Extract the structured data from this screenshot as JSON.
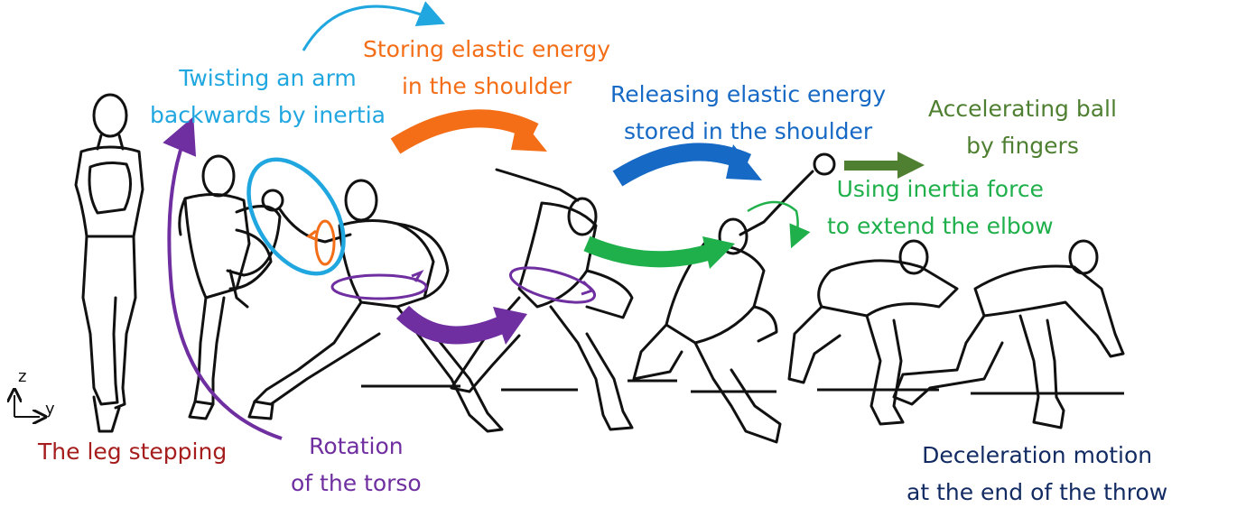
{
  "colors": {
    "red": "#a51d1d",
    "light_blue": "#21a7e0",
    "orange": "#f46d17",
    "blue": "#1669c4",
    "olive_green": "#4f7f30",
    "green": "#1fb04b",
    "purple": "#6f2fa0",
    "navy": "#132b63",
    "figure": "#111111"
  },
  "axes": {
    "z": "z",
    "y": "y"
  },
  "labels": {
    "leg_stepping": "The leg stepping",
    "twisting": [
      "Twisting an arm",
      "backwards by inertia"
    ],
    "storing": [
      "Storing elastic energy",
      "in the shoulder"
    ],
    "releasing": [
      "Releasing elastic energy",
      "stored in the shoulder"
    ],
    "accelerating": [
      "Accelerating ball",
      "by fingers"
    ],
    "using_inertia": [
      "Using inertia force",
      "to extend the elbow"
    ],
    "rotation": [
      "Rotation",
      "of the torso"
    ],
    "deceleration": [
      "Deceleration motion",
      "at the end of the throw"
    ]
  },
  "figures": [
    "standing-pitcher",
    "leg-lift-pitcher",
    "arm-back-pitcher",
    "cocking-pitcher",
    "acceleration-pitcher",
    "release-pitcher",
    "follow-through-pitcher"
  ]
}
